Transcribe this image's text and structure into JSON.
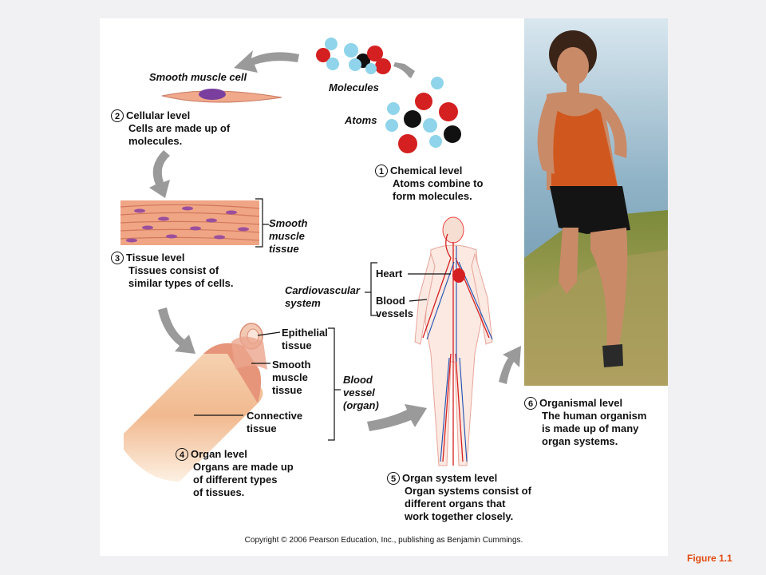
{
  "labels": {
    "smooth_muscle_cell": "Smooth muscle cell",
    "molecules": "Molecules",
    "atoms": "Atoms",
    "smooth_muscle_tissue": [
      "Smooth",
      "muscle",
      "tissue"
    ],
    "heart": "Heart",
    "cardiovascular_system": [
      "Cardiovascular",
      "system"
    ],
    "blood_vessels": [
      "Blood",
      "vessels"
    ],
    "epithelial_tissue": [
      "Epithelial",
      "tissue"
    ],
    "smooth_muscle_tissue_organ": [
      "Smooth",
      "muscle",
      "tissue"
    ],
    "connective_tissue": [
      "Connective",
      "tissue"
    ],
    "blood_vessel_organ": [
      "Blood",
      "vessel",
      "(organ)"
    ]
  },
  "levels": [
    {
      "number": "1",
      "title": "Chemical level",
      "description": [
        "Atoms combine to",
        "form molecules."
      ]
    },
    {
      "number": "2",
      "title": "Cellular level",
      "description": [
        "Cells are made up of",
        "molecules."
      ]
    },
    {
      "number": "3",
      "title": "Tissue level",
      "description": [
        "Tissues consist of",
        "similar types of cells."
      ]
    },
    {
      "number": "4",
      "title": "Organ level",
      "description": [
        "Organs are made up",
        "of different types",
        "of tissues."
      ]
    },
    {
      "number": "5",
      "title": "Organ system level",
      "description": [
        "Organ systems consist of",
        "different organs that",
        "work together closely."
      ]
    },
    {
      "number": "6",
      "title": "Organismal level",
      "description": [
        "The human organism",
        "is made up of many",
        "organ systems."
      ]
    }
  ],
  "copyright": "Copyright © 2006 Pearson Education, Inc., publishing as Benjamin Cummings.",
  "caption": "Figure 1.1",
  "colors": {
    "arrow": "#9a9a9a",
    "muscle": "#e89478",
    "atom_red": "#d42020",
    "atom_blue": "#8fd4ea",
    "atom_black": "#111111",
    "caption": "#e04a10"
  }
}
